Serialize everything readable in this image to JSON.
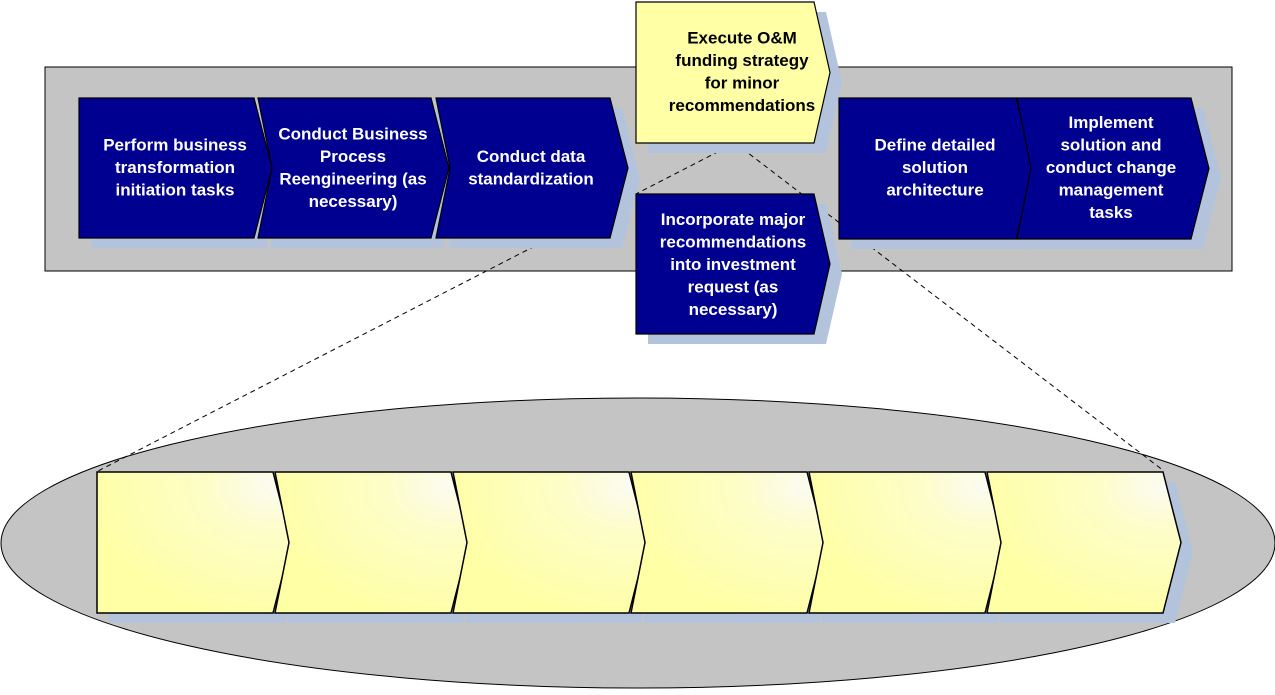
{
  "colors": {
    "navy": "#000090",
    "yellow": "#ffffa6",
    "gray": "#c4c4c4",
    "shadow": "#b3c3dc"
  },
  "steps": [
    {
      "id": "perform",
      "label": [
        "Perform business",
        "transformation",
        "initiation tasks"
      ]
    },
    {
      "id": "reengineer",
      "label": [
        "Conduct Business",
        "Process",
        "Reengineering (as",
        "necessary)"
      ]
    },
    {
      "id": "standardize",
      "label": [
        "Conduct data",
        "standardization"
      ]
    },
    {
      "id": "execute",
      "label": [
        "Execute O&M",
        "funding strategy",
        "for minor",
        "recommendations"
      ]
    },
    {
      "id": "incorporate",
      "label": [
        "Incorporate major",
        "recommendations",
        "into investment",
        "request (as",
        "necessary)"
      ]
    },
    {
      "id": "define",
      "label": [
        "Define detailed",
        "solution",
        "architecture"
      ]
    },
    {
      "id": "implement",
      "label": [
        "Implement",
        "solution and",
        "conduct change",
        "management",
        "tasks"
      ]
    }
  ],
  "detail_chevrons": 6
}
